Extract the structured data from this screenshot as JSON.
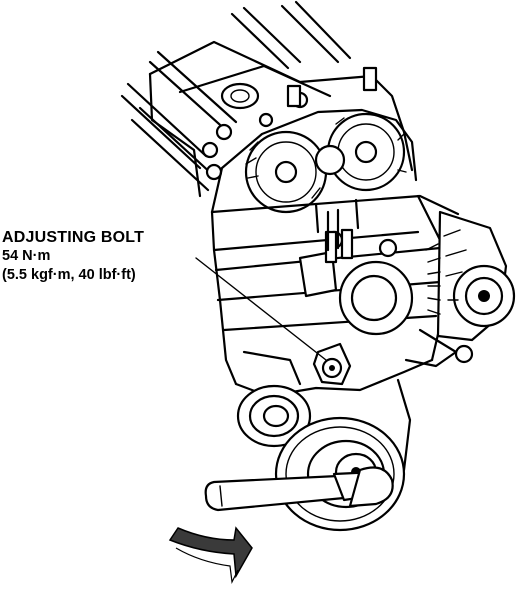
{
  "callout": {
    "line1": "ADJUSTING BOLT",
    "line2": "54 N·m",
    "line3": "(5.5 kgf·m, 40 lbf·ft)"
  }
}
